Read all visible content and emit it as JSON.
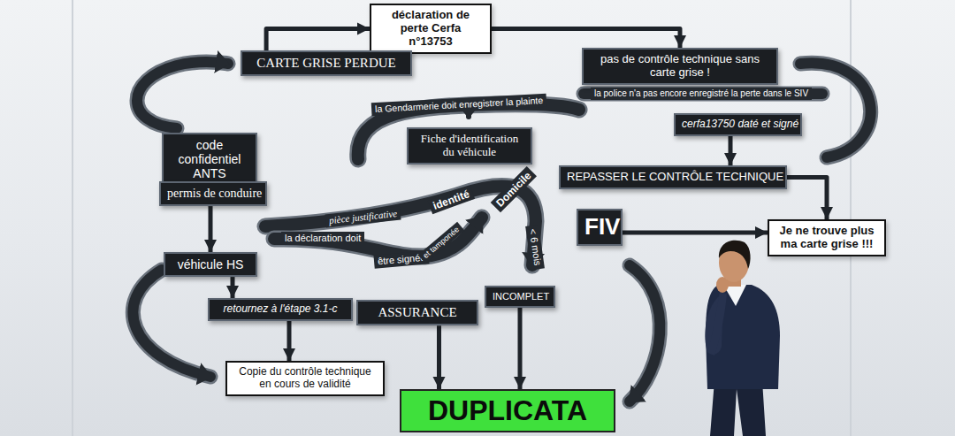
{
  "diagram": {
    "nodes": [
      {
        "text": [
          "déclaration de perte Cerfa n°13753"
        ]
      },
      {
        "text": [
          "CARTE GRISE PERDUE"
        ]
      },
      {
        "text": [
          "pas de contrôle technique sans carte grise !"
        ]
      },
      {
        "text": [
          "cerfa13750 daté et signé"
        ]
      },
      {
        "text": [
          "Fiche d'identification du véhicule"
        ]
      },
      {
        "text": [
          "code confidentiel ANTS"
        ]
      },
      {
        "text": [
          "permis de conduire"
        ]
      },
      {
        "text": [
          "REPASSER LE CONTRÔLE TECHNIQUE"
        ]
      },
      {
        "text": [
          "FIV"
        ]
      },
      {
        "text": [
          "Je ne trouve plus ma carte grise !!!"
        ]
      },
      {
        "text": [
          "véhicule HS"
        ]
      },
      {
        "text": [
          "INCOMPLET"
        ]
      },
      {
        "text": [
          "ASSURANCE"
        ]
      },
      {
        "text": [
          "retournez à l'étape 3.1-c"
        ]
      },
      {
        "text": [
          "Copie du contrôle technique en cours de validité"
        ]
      },
      {
        "text": [
          "DUPLICATA"
        ]
      }
    ],
    "edges": [
      {
        "from": 1,
        "to": 0,
        "arrow": "to"
      },
      {
        "from": 0,
        "to": 2,
        "arrow": "to"
      },
      {
        "from": 5,
        "to": 6,
        "arrow": "to"
      },
      {
        "from": 6,
        "to": 10,
        "arrow": "to"
      },
      {
        "from": 10,
        "to": 13,
        "arrow": "to"
      },
      {
        "from": 13,
        "to": 14,
        "arrow": "to"
      },
      {
        "from": 3,
        "to": 7,
        "arrow": "to"
      },
      {
        "from": 7,
        "to": 9,
        "arrow": "to"
      },
      {
        "from": 11,
        "to": 15,
        "arrow": "to"
      },
      {
        "from": 12,
        "to": 15,
        "arrow": "to"
      },
      {
        "from": 8,
        "to": 9,
        "arrow": "to"
      }
    ],
    "labels": [
      "la Gendarmerie doit enregistrer la plainte",
      "la police n'a pas encore enregistré la perte dans le SIV",
      "pièce justificative",
      "identité",
      "Domicile",
      "< 6 mois",
      "la déclaration doit",
      "être signée",
      "et tamponée"
    ]
  }
}
